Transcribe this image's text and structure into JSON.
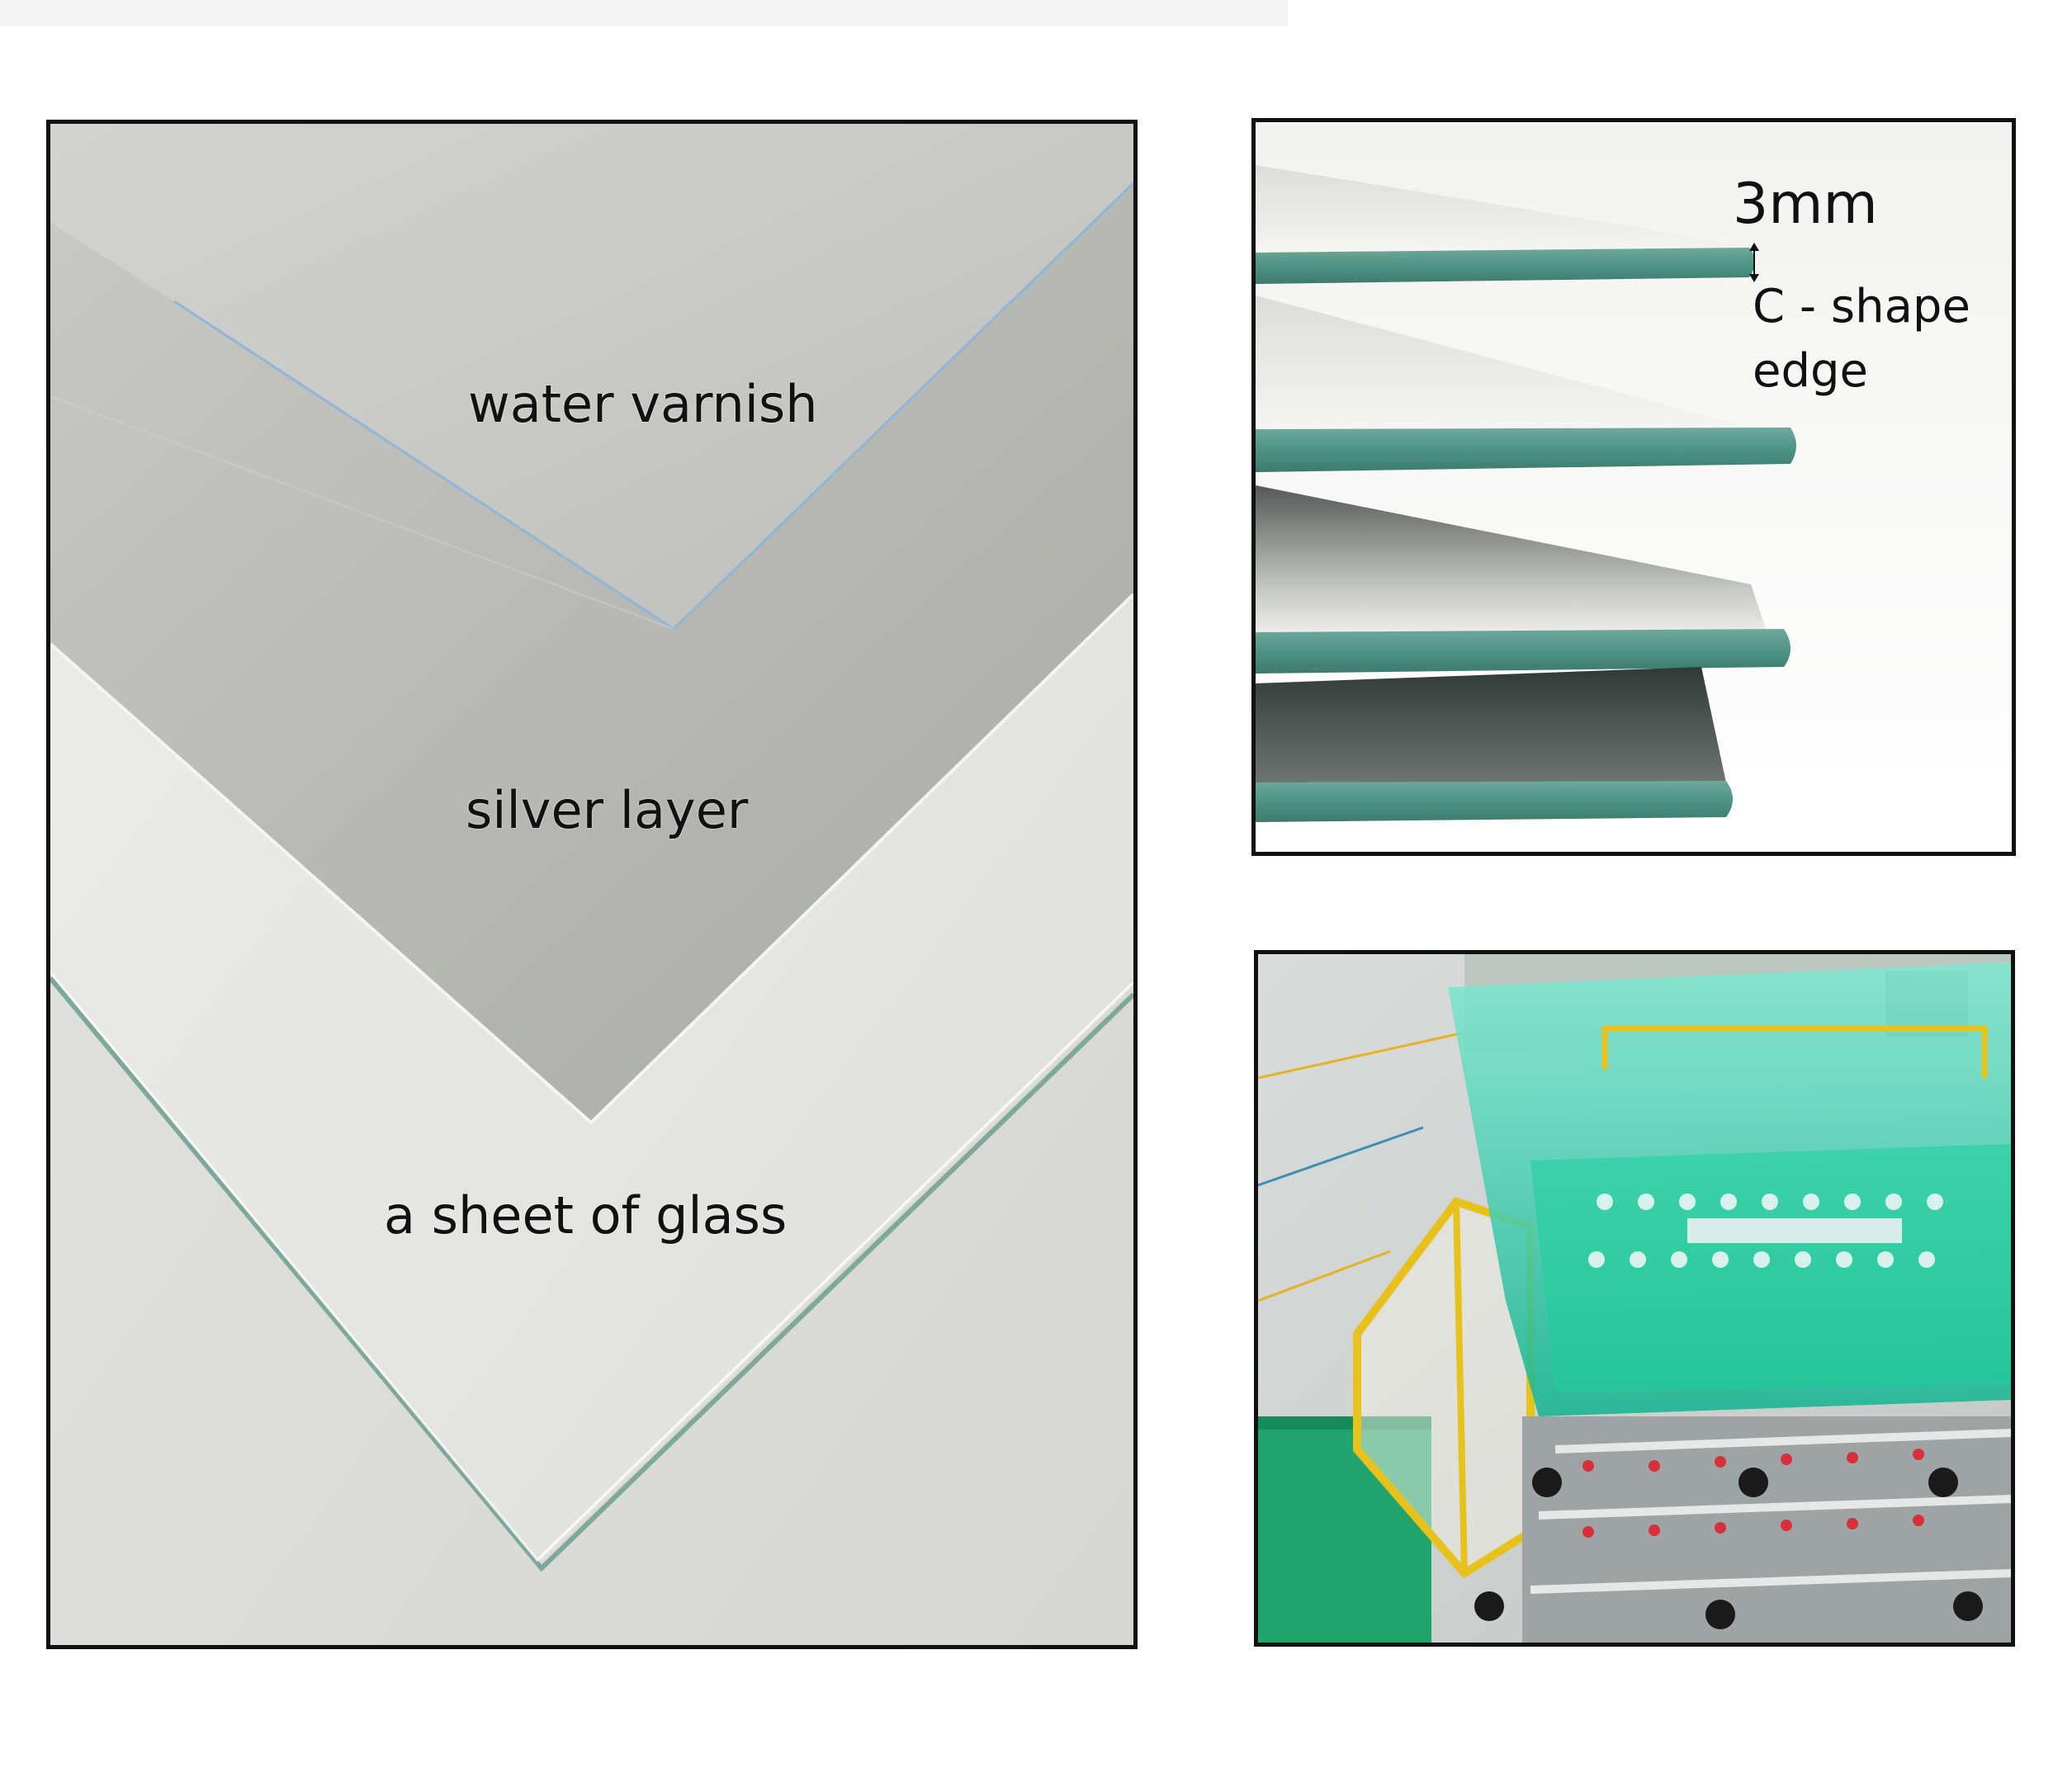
{
  "panels": {
    "layers": {
      "labels": {
        "varnish": "water varnish",
        "silver": "silver layer",
        "glass": "a sheet of glass"
      }
    },
    "edges": {
      "thickness": "3mm",
      "edge_type": "C - shape edge"
    },
    "factory": {}
  },
  "colors": {
    "frame": "#111111",
    "glass_edge": "#4d9484",
    "silver": "#b9bab5",
    "varnish": "#c2c3bf",
    "glass_sheet": "#e9eae6",
    "guard_yellow": "#e8c21c",
    "machine_green": "#1fb37a"
  }
}
